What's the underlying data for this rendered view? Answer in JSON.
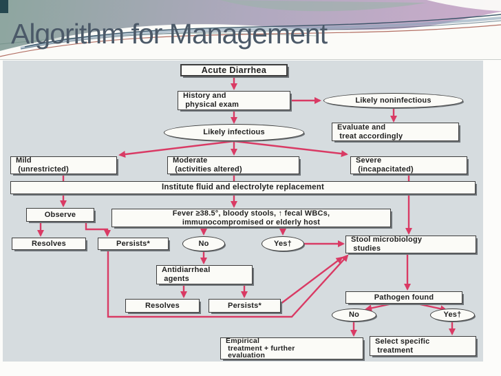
{
  "slide": {
    "title": "Algorithm for Management"
  },
  "colors": {
    "arrow": "#d93a64",
    "canvas_bg": "#d6dcdf",
    "box_bg": "#fbfbf7",
    "box_border": "#3c3c3c",
    "box_shadow": "#6e7377",
    "title_text": "#4b5968",
    "banner_teal": "#8da69f",
    "banner_pink": "#cdaccc",
    "accent_navy": "#2c4a5e",
    "accent_rust": "#a04a3c",
    "accent_blue_band": "#8ba4b9",
    "corner_square": "#24474f"
  },
  "flowchart": {
    "nodes": [
      {
        "id": "acute",
        "label": "Acute Diarrhea"
      },
      {
        "id": "history",
        "label": "History and\n physical exam"
      },
      {
        "id": "noninfectious",
        "label": "Likely noninfectious"
      },
      {
        "id": "evaluate",
        "label": "Evaluate and\n treat accordingly"
      },
      {
        "id": "infectious",
        "label": "Likely infectious"
      },
      {
        "id": "mild",
        "label": "Mild\n (unrestricted)"
      },
      {
        "id": "moderate",
        "label": "Moderate\n (activities altered)"
      },
      {
        "id": "severe",
        "label": "Severe\n (incapacitated)"
      },
      {
        "id": "institute",
        "label": "Institute fluid and electrolyte replacement"
      },
      {
        "id": "observe",
        "label": "Observe"
      },
      {
        "id": "fever",
        "label": "Fever ≥38.5°, bloody stools, ↑ fecal WBCs,\nimmunocompromised or elderly host"
      },
      {
        "id": "resolves1",
        "label": "Resolves"
      },
      {
        "id": "persists1",
        "label": "Persists*"
      },
      {
        "id": "no1",
        "label": "No"
      },
      {
        "id": "yes1",
        "label": "Yes†"
      },
      {
        "id": "stool",
        "label": "Stool microbiology\n studies"
      },
      {
        "id": "antidiarrheal",
        "label": "Antidiarrheal\n agents"
      },
      {
        "id": "resolves2",
        "label": "Resolves"
      },
      {
        "id": "persists2",
        "label": "Persists*"
      },
      {
        "id": "pathogen",
        "label": "Pathogen found"
      },
      {
        "id": "no2",
        "label": "No"
      },
      {
        "id": "yes2",
        "label": "Yes†"
      },
      {
        "id": "empirical",
        "label": "Empirical\n treatment + further\n evaluation"
      },
      {
        "id": "select",
        "label": "Select specific\n treatment"
      }
    ],
    "edges": [
      [
        "acute",
        "history"
      ],
      [
        "history",
        "noninfectious"
      ],
      [
        "noninfectious",
        "evaluate"
      ],
      [
        "history",
        "infectious"
      ],
      [
        "infectious",
        "mild"
      ],
      [
        "infectious",
        "moderate"
      ],
      [
        "infectious",
        "severe"
      ],
      [
        "mild",
        "observe"
      ],
      [
        "moderate",
        "fever"
      ],
      [
        "severe",
        "stool"
      ],
      [
        "observe",
        "resolves1"
      ],
      [
        "observe",
        "persists1"
      ],
      [
        "fever",
        "no1"
      ],
      [
        "fever",
        "yes1"
      ],
      [
        "no1",
        "antidiarrheal"
      ],
      [
        "yes1",
        "stool"
      ],
      [
        "antidiarrheal",
        "resolves2"
      ],
      [
        "antidiarrheal",
        "persists2"
      ],
      [
        "persists1",
        "stool"
      ],
      [
        "persists2",
        "stool"
      ],
      [
        "stool",
        "pathogen"
      ],
      [
        "pathogen",
        "no2"
      ],
      [
        "pathogen",
        "yes2"
      ],
      [
        "no2",
        "empirical"
      ],
      [
        "yes2",
        "select"
      ]
    ]
  }
}
